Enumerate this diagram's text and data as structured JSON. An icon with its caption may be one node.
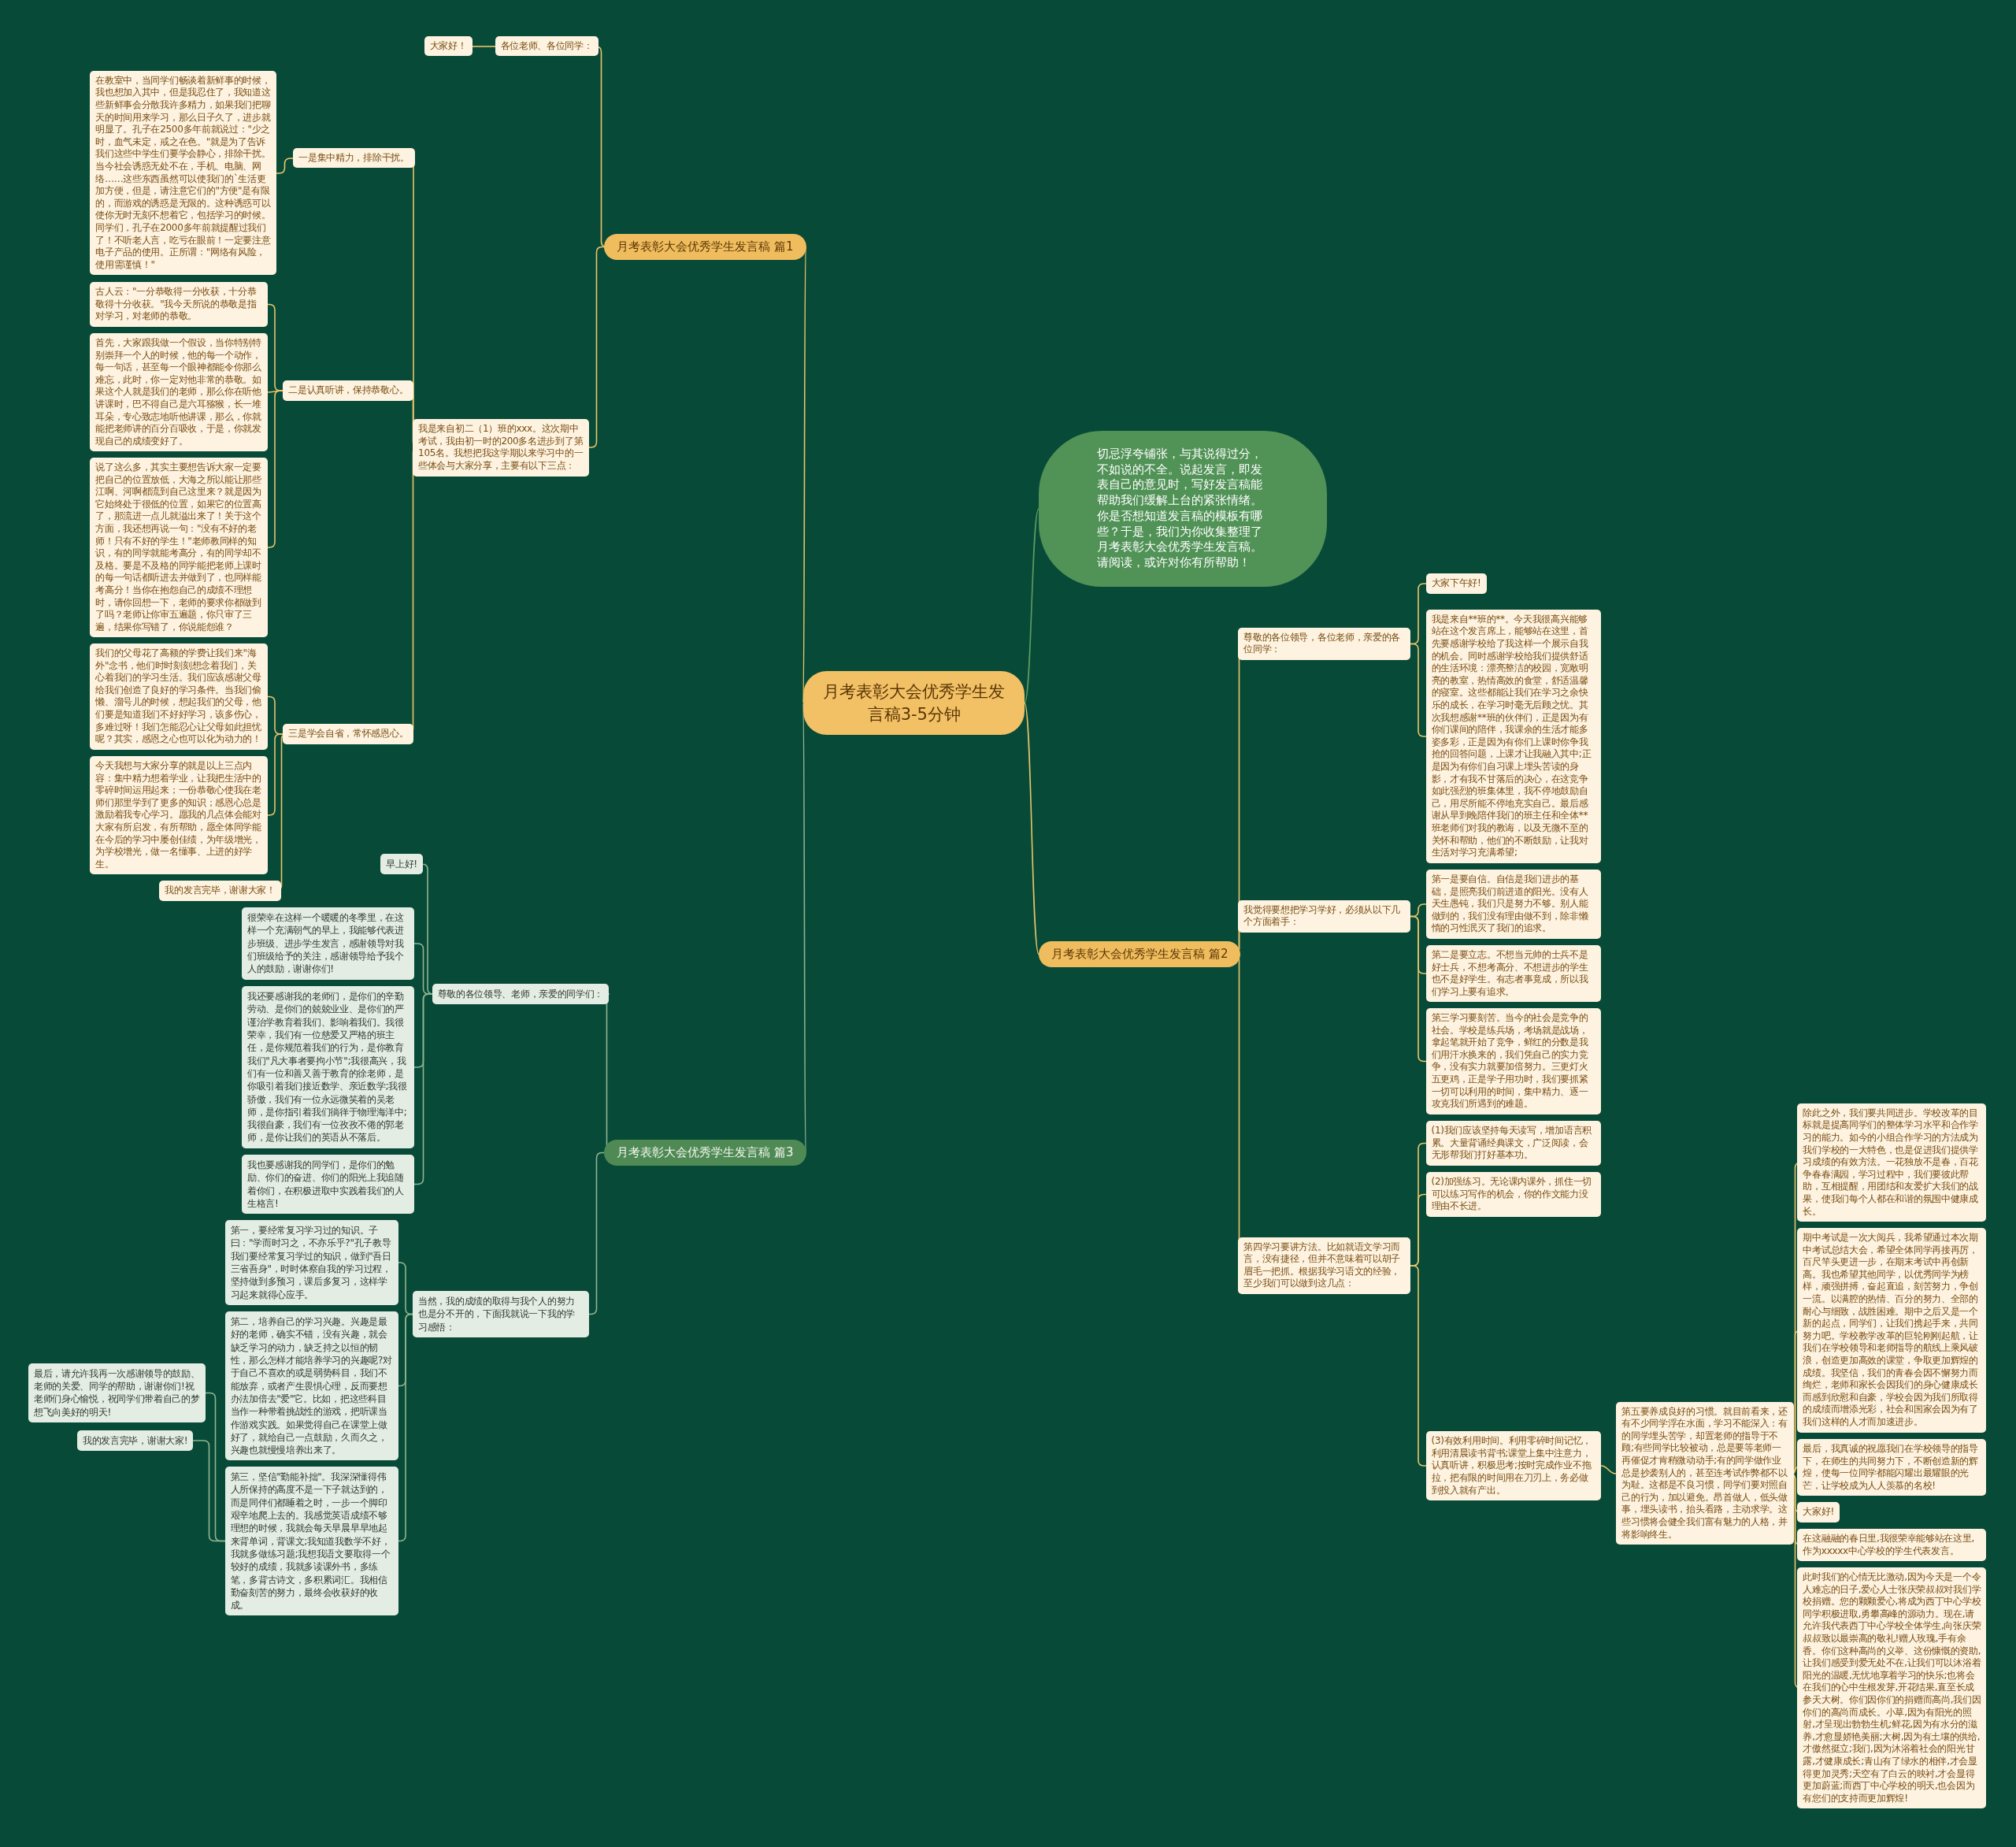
{
  "diagram": {
    "nodes": [
      {
        "text": [
          "月考表彰大会优秀学生发言稿3-5分钟"
        ]
      },
      {
        "text": [
          "切忌浮夸铺张，与其说得过分，不如说的不全。说起发言，即发表自己的意见时，写好发言稿能帮助我们缓解上台的紧张情绪。你是否想知道发言稿的模板有哪些？于是，我们为你收集整理了月考表彰大会优秀学生发言稿。请阅读，或许对你有所帮助！"
        ]
      },
      {
        "text": [
          "月考表彰大会优秀学生发言稿 篇1"
        ]
      },
      {
        "text": [
          "各位老师、各位同学："
        ]
      },
      {
        "text": [
          "大家好！"
        ]
      },
      {
        "text": [
          "我是来自初二（1）班的xxx。这次期中考试，我由初一时的200多名进步到了第105名。我想把我这学期以来学习中的一些体会与大家分享，主要有以下三点："
        ]
      },
      {
        "text": [
          "一是集中精力，排除干扰。"
        ]
      },
      {
        "text": [
          "在教室中，当同学们畅谈着新鲜事的时候，我也想加入其中，但是我忍住了，我知道这些新鲜事会分散我许多精力，如果我们把聊天的时间用来学习，那么日子久了，进步就明显了。孔子在2500多年前就说过：\"少之时，血气未定，戒之在色。\"就是为了告诉我们这些中学生们要学会静心，排除干扰。当今社会诱惑无处不在，手机、电脑、网络……这些东西虽然可以使我们的`生活更加方便，但是，请注意它们的\"方便\"是有限的，而游戏的诱惑是无限的。这种诱惑可以使你无时无刻不想着它，包括学习的时候。同学们，孔子在2000多年前就提醒过我们了！不听老人言，吃亏在眼前！一定要注意电子产品的使用。正所谓：\"网络有风险，使用需谨慎！\""
        ]
      },
      {
        "text": [
          "二是认真听讲，保持恭敬心。"
        ]
      },
      {
        "text": [
          "古人云：\"一分恭敬得一分收获，十分恭敬得十分收获。\"我今天所说的恭敬是指对学习，对老师的恭敬。"
        ]
      },
      {
        "text": [
          "首先，大家跟我做一个假设，当你特别特别崇拜一个人的时候，他的每一个动作，每一句话，甚至每一个眼神都能令你那么难忘，此时，你一定对他非常的恭敬。如果这个人就是我们的老师，那么你在听他讲课时，巴不得自己是六耳猕猴，长一堆耳朵，专心致志地听他讲课，那么，你就能把老师讲的百分百吸收，于是，你就发现自己的成绩变好了。"
        ]
      },
      {
        "text": [
          "说了这么多，其实主要想告诉大家一定要把自己的位置放低，大海之所以能让那些江啊、河啊都流到自己这里来？就是因为它始终处于很低的位置，如果它的位置高了，那流进一点儿就溢出来了！关于这个方面，我还想再说一句：\"没有不好的老师！只有不好的学生！\"老师教同样的知识，有的同学就能考高分，有的同学却不及格。要是不及格的同学能把老师上课时的每一句话都听进去并做到了，也同样能考高分！当你在抱怨自己的成绩不理想时，请你回想一下，老师的要求你都做到了吗？老师让你审五遍题，你只审了三遍，结果你写错了，你说能怨谁？"
        ]
      },
      {
        "text": [
          "三是学会自省，常怀感恩心。"
        ]
      },
      {
        "text": [
          "我们的父母花了高额的学费让我们来\"海外\"念书，他们时时刻刻想念着我们，关心着我们的学习生活。我们应该感谢父母给我们创造了良好的学习条件。当我们偷懒、溜号儿的时候，想起我们的父母，他们要是知道我们不好好学习，该多伤心，多难过呀！我们怎能忍心让父母如此担忧呢？其实，感恩之心也可以化为动力的！"
        ]
      },
      {
        "text": [
          "今天我想与大家分享的就是以上三点内容：集中精力想着学业，让我把生活中的零碎时间运用起来；一份恭敬心使我在老师们那里学到了更多的知识；感恩心总是激励着我专心学习。愿我的几点体会能对大家有所启发，有所帮助，愿全体同学能在今后的学习中屡创佳绩，为年级增光，为学校增光，做一名懂事、上进的好学生。"
        ]
      },
      {
        "text": [
          "我的发言完毕，谢谢大家！"
        ]
      },
      {
        "text": [
          "月考表彰大会优秀学生发言稿 篇2"
        ]
      },
      {
        "text": [
          "尊敬的各位领导，各位老师，亲爱的各位同学："
        ]
      },
      {
        "text": [
          "大家下午好!"
        ]
      },
      {
        "text": [
          "我是来自**班的**。今天我很高兴能够站在这个发言席上，能够站在这里，首先要感谢学校给了我这样一个展示自我的机会。同时感谢学校给我们提供舒适的生活环境：漂亮整洁的校园，宽敞明亮的教室，热情高效的食堂，舒适温馨的寝室。这些都能让我们在学习之余快乐的成长，在学习时毫无后顾之忧。其次我想感谢**班的伙伴们，正是因为有你们课间的陪伴，我课余的生活才能多姿多彩，正是因为有你们上课时你争我抢的回答问题，上课才让我融入其中;正是因为有你们自习课上埋头苦读的身影，才有我不甘落后的决心，在这竞争如此强烈的班集体里，我不停地鼓励自己，用尽所能不停地充实自己。最后感谢从早到晚陪伴我们的班主任和全体**班老师们对我的教诲，以及无微不至的关怀和帮助，他们的不断鼓励，让我对生活对学习充满希望;"
        ]
      },
      {
        "text": [
          "我觉得要想把学习学好，必须从以下几个方面着手："
        ]
      },
      {
        "text": [
          "第一是要自信。自信是我们进步的基础，是照亮我们前进道的阳光。没有人天生愚钝，我们只是努力不够。别人能做到的，我们没有理由做不到，除非懒惰的习性泯灭了我们的追求。"
        ]
      },
      {
        "text": [
          "第二是要立志。不想当元帅的士兵不是好士兵，不想考高分、不想进步的学生也不是好学生。有志者事竟成，所以我们学习上要有追求。"
        ]
      },
      {
        "text": [
          "第三学习要刻苦。当今的社会是竞争的社会。学校是练兵场，考场就是战场，拿起笔就开始了竞争，鲜红的分数是我们用汗水换来的，我们凭自己的实力竞争，没有实力就要加倍努力。三更灯火五更鸡，正是学子用功时，我们要抓紧一切可以利用的时间，集中精力、逐一攻克我们所遇到的难题。"
        ]
      },
      {
        "text": [
          "第四学习要讲方法。比如就语文学习而言，没有捷径，但并不意味着可以胡子眉毛一把抓。根据我学习语文的经验，至少我们可以做到这几点："
        ]
      },
      {
        "text": [
          "(1)我们应该坚持每天读写，增加语言积累。大量背诵经典课文，广泛阅读，会无形帮我们打好基本功。"
        ]
      },
      {
        "text": [
          "(2)加强练习。无论课内课外，抓住一切可以练习写作的机会，你的作文能力没理由不长进。"
        ]
      },
      {
        "text": [
          "(3)有效利用时间。利用零碎时间记忆，利用清晨读书背书;课堂上集中注意力，认真听讲，积极思考;按时完成作业不拖拉，把有限的时间用在刀刃上，务必做到投入就有产出。"
        ]
      },
      {
        "text": [
          "第五要养成良好的习惯。就目前看来，还有不少同学浮在水面，学习不能深入：有的同学埋头苦学，却置老师的指导于不顾;有些同学比较被动，总是要等老师一再催促才肯稍微动动手;有的同学做作业总是抄袭别人的，甚至连考试作弊都不以为耻。这都是不良习惯，同学们要对照自己的行为，加以避免。昂首做人，低头做事，埋头读书，抬头看路，主动求学。这些习惯将会健全我们富有魅力的人格，并将影响终生。"
        ]
      },
      {
        "text": [
          "除此之外，我们要共同进步。学校改革的目标就是提高同学们的整体学习水平和合作学习的能力。如今的小组合作学习的方法成为我们学校的一大特色，也是促进我们提供学习成绩的有效方法。一花独放不是春，百花争春春满园，学习过程中，我们要彼此帮助，互相提醒，用团结和友爱扩大我们的战果，使我们每个人都在和谐的氛围中健康成长。"
        ]
      },
      {
        "text": [
          "期中考试是一次大阅兵，我希望通过本次期中考试总结大会，希望全体同学再接再厉，百尺竿头更进一步，在期末考试中再创新高。我也希望其他同学，以优秀同学为榜样，顽强拼搏，奋起直追，刻苦努力，争创一流。以满腔的热情、百分的努力、全部的耐心与细致，战胜困难。期中之后又是一个新的起点，同学们，让我们携起手来，共同努力吧。学校教学改革的巨轮刚刚起航，让我们在学校领导和老师指导的航线上乘风破浪，创造更加高效的课堂，争取更加辉煌的成绩。我坚信，我们的青春会因不懈努力而绚烂，老师和家长会因我们的身心健康成长而感到欣慰和自豪，学校会因为我们所取得的成绩而增添光彩，社会和国家会因为有了我们这样的人才而加速进步。"
        ]
      },
      {
        "text": [
          "最后，我真诚的祝愿我们在学校领导的指导下，在师生的共同努力下，不断创造新的辉煌，使每一位同学都能闪耀出最耀眼的光芒，让学校成为人人羡慕的名校!"
        ]
      },
      {
        "text": [
          "大家好!"
        ]
      },
      {
        "text": [
          "在这融融的春日里,我很荣幸能够站在这里,作为xxxxx中心学校的学生代表发言。"
        ]
      },
      {
        "text": [
          "此时我们的心情无比激动,因为今天是一个令人难忘的日子,爱心人士张庆荣叔叔对我们学校捐赠。您的颗颗爱心,将成为西丁中心学校同学积极进取,勇攀高峰的源动力。现在,请允许我代表西丁中心学校全体学生,向张庆荣叔叔致以最崇高的敬礼!赠人玫瑰,手有余香。你们这种高尚的义举、这份慷慨的资助,让我们感受到爱无处不在,让我们可以沐浴着阳光的温暖,无忧地享着学习的快乐;也将会在我们的心中生根发芽,开花结果,直至长成参天大树。你们因你们的捐赠而高尚,我们因你们的高尚而成长。小草,因为有阳光的照射,才呈现出勃勃生机;鲜花,因为有水分的滋养,才愈显娇艳美丽;大树,因为有土壤的供给,才傲然挺立;我们,因为沐浴着社会的阳光甘露,才健康成长;青山有了绿水的相伴,才会显得更加灵秀;天空有了白云的映衬,才会显得更加蔚蓝;而西丁中心学校的明天,也会因为有您们的支持而更加辉煌!"
        ]
      },
      {
        "text": [
          "月考表彰大会优秀学生发言稿 篇3"
        ]
      },
      {
        "text": [
          "尊敬的各位领导、老师，亲爱的同学们："
        ]
      },
      {
        "text": [
          "早上好!"
        ]
      },
      {
        "text": [
          "很荣幸在这样一个暖暖的冬季里，在这样一个充满朝气的早上，我能够代表进步班级、进步学生发言，感谢领导对我们班级给予的关注，感谢领导给予我个人的鼓励，谢谢你们!"
        ]
      },
      {
        "text": [
          "我还要感谢我的老师们，是你们的辛勤劳动、是你们的兢兢业业、是你们的严谨治学教育着我们、影响着我们。我很荣幸，我们有一位慈爱又严格的班主任，是你规范着我们的行为，是你教育我们\"凡大事者要拘小节\";我很高兴，我们有一位和善又善于教育的徐老师，是你吸引着我们接近数学、亲近数学;我很骄傲，我们有一位永远微笑着的吴老师，是你指引着我们徜徉于物理海洋中;我很自豪，我们有一位孜孜不倦的郭老师，是你让我们的英语从不落后。"
        ]
      },
      {
        "text": [
          "我也要感谢我的同学们，是你们的勉励、你们的奋进、你们的阳光上我追随着你们，在积极进取中实践着我们的人生格言!"
        ]
      },
      {
        "text": [
          "当然，我的成绩的取得与我个人的努力也是分不开的，下面我就说一下我的学习感悟："
        ]
      },
      {
        "text": [
          "第一，要经常复习学习过的知识。子曰：\"学而时习之，不亦乐乎?\"孔子教导我们要经常复习学过的知识，做到\"吾日三省吾身\"，时时体察自我的学习过程，坚持做到多预习，课后多复习，这样学习起来就得心应手。"
        ]
      },
      {
        "text": [
          "第二，培养自己的学习兴趣。兴趣是最好的老师，确实不错，没有兴趣，就会缺乏学习的动力，缺乏持之以恒的韧性，那么怎样才能培养学习的兴趣呢?对于自己不喜欢的或是弱势科目，我们不能放弃，或者产生畏惧心理，反而要想办法加倍去\"爱\"它。比如，把这些科目当作一种带着挑战性的游戏，把听课当作游戏实践。如果觉得自己在课堂上做好了，就给自己一点鼓励，久而久之，兴趣也就慢慢培养出来了。"
        ]
      },
      {
        "text": [
          "第三，坚信\"勤能补拙\"。我深深懂得伟人所保持的高度不是一下子就达到的，而是同伴们都睡着之时，一步一个脚印艰辛地爬上去的。我感觉英语成绩不够理想的时候，我就会每天早晨早早地起来背单词，背课文;我知道我数学不好，我就多做练习题;我想我语文要取得一个较好的成绩，我就多读课外书，多练笔，多背古诗文，多积累词汇。我相信勤奋刻苦的努力，最终会收获好的收成。"
        ]
      },
      {
        "text": [
          "最后，请允许我再一次感谢领导的鼓励、老师的关爱、同学的帮助，谢谢你们!祝老师们身心愉悦，祝同学们带着自己的梦想飞向美好的明天!"
        ]
      },
      {
        "text": [
          "我的发言完毕，谢谢大家!"
        ]
      }
    ],
    "edges": [
      {
        "from": 0,
        "to": 1,
        "arrow": "none",
        "color": "#5e9e62"
      },
      {
        "from": 0,
        "to": 2,
        "arrow": "none"
      },
      {
        "from": 2,
        "to": 3,
        "arrow": "none"
      },
      {
        "from": 3,
        "to": 4,
        "arrow": "none"
      },
      {
        "from": 2,
        "to": 5,
        "arrow": "none"
      },
      {
        "from": 5,
        "to": 6,
        "arrow": "none"
      },
      {
        "from": 6,
        "to": 7,
        "arrow": "none"
      },
      {
        "from": 5,
        "to": 8,
        "arrow": "none"
      },
      {
        "from": 8,
        "to": 9,
        "arrow": "none"
      },
      {
        "from": 8,
        "to": 10,
        "arrow": "none"
      },
      {
        "from": 8,
        "to": 11,
        "arrow": "none"
      },
      {
        "from": 5,
        "to": 12,
        "arrow": "none"
      },
      {
        "from": 12,
        "to": 13,
        "arrow": "none"
      },
      {
        "from": 12,
        "to": 14,
        "arrow": "none"
      },
      {
        "from": 12,
        "to": 15,
        "arrow": "none"
      },
      {
        "from": 0,
        "to": 16,
        "arrow": "none"
      },
      {
        "from": 16,
        "to": 17,
        "arrow": "none"
      },
      {
        "from": 17,
        "to": 18,
        "arrow": "none"
      },
      {
        "from": 17,
        "to": 19,
        "arrow": "none"
      },
      {
        "from": 16,
        "to": 20,
        "arrow": "none"
      },
      {
        "from": 20,
        "to": 21,
        "arrow": "none"
      },
      {
        "from": 20,
        "to": 22,
        "arrow": "none"
      },
      {
        "from": 20,
        "to": 23,
        "arrow": "none"
      },
      {
        "from": 16,
        "to": 24,
        "arrow": "none"
      },
      {
        "from": 24,
        "to": 25,
        "arrow": "none"
      },
      {
        "from": 24,
        "to": 26,
        "arrow": "none"
      },
      {
        "from": 24,
        "to": 27,
        "arrow": "none"
      },
      {
        "from": 27,
        "to": 28,
        "arrow": "none"
      },
      {
        "from": 28,
        "to": 29,
        "arrow": "none"
      },
      {
        "from": 28,
        "to": 30,
        "arrow": "none"
      },
      {
        "from": 28,
        "to": 31,
        "arrow": "none"
      },
      {
        "from": 28,
        "to": 32,
        "arrow": "none"
      },
      {
        "from": 28,
        "to": 33,
        "arrow": "none"
      },
      {
        "from": 28,
        "to": 34,
        "arrow": "none"
      },
      {
        "from": 0,
        "to": 35,
        "arrow": "none",
        "color": "#8fb48f"
      },
      {
        "from": 35,
        "to": 36,
        "arrow": "none",
        "color": "#8fb48f"
      },
      {
        "from": 36,
        "to": 37,
        "arrow": "none",
        "color": "#8fb48f"
      },
      {
        "from": 36,
        "to": 38,
        "arrow": "none",
        "color": "#8fb48f"
      },
      {
        "from": 36,
        "to": 39,
        "arrow": "none",
        "color": "#8fb48f"
      },
      {
        "from": 36,
        "to": 40,
        "arrow": "none",
        "color": "#8fb48f"
      },
      {
        "from": 35,
        "to": 41,
        "arrow": "none",
        "color": "#8fb48f"
      },
      {
        "from": 41,
        "to": 42,
        "arrow": "none",
        "color": "#8fb48f"
      },
      {
        "from": 41,
        "to": 43,
        "arrow": "none",
        "color": "#8fb48f"
      },
      {
        "from": 41,
        "to": 44,
        "arrow": "none",
        "color": "#8fb48f"
      },
      {
        "from": 44,
        "to": 45,
        "arrow": "none",
        "color": "#8fb48f"
      },
      {
        "from": 44,
        "to": 46,
        "arrow": "none",
        "color": "#8fb48f"
      }
    ]
  }
}
